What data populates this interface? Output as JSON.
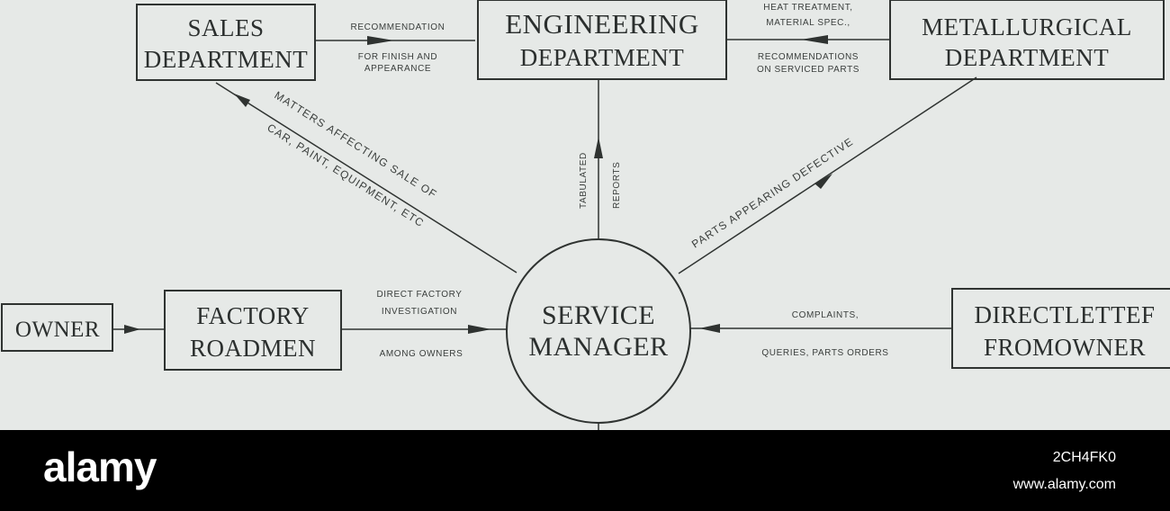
{
  "boxes": {
    "sales": [
      "SALES",
      "DEPARTMENT"
    ],
    "engineering": [
      "ENGINEERING",
      "DEPARTMENT"
    ],
    "metallurgical": [
      "METALLURGICAL",
      "DEPARTMENT"
    ],
    "owner": [
      "OWNER"
    ],
    "factory": [
      "FACTORY",
      "ROADMEN"
    ],
    "service": [
      "SERVICE",
      "MANAGER"
    ],
    "direct": [
      "DIRECTLETTEF",
      "FROMOWNER"
    ]
  },
  "labels": {
    "sales_eng_top": "RECOMMENDATION",
    "sales_eng_bottom1": "FOR FINISH AND",
    "sales_eng_bottom2": "APPEARANCE",
    "met_eng_top1": "HEAT TREATMENT,",
    "met_eng_top2": "MATERIAL SPEC.,",
    "met_eng_bottom1": "RECOMMENDATIONS",
    "met_eng_bottom2": "ON SERVICED PARTS",
    "sales_diag1": "MATTERS AFFECTING SALE OF",
    "sales_diag2": "CAR, PAINT, EQUIPMENT, ETC",
    "tab_left": "TABULATED",
    "tab_right": "REPORTS",
    "parts_diag": "PARTS APPEARING DEFECTIVE",
    "factory_top1": "DIRECT FACTORY",
    "factory_top2": "INVESTIGATION",
    "factory_bottom": "AMONG OWNERS",
    "direct_top": "COMPLAINTS,",
    "direct_bottom": "QUERIES, PARTS ORDERS"
  },
  "watermark": {
    "brand": "alamy",
    "image_id": "2CH4FK0",
    "site": "www.alamy.com"
  }
}
